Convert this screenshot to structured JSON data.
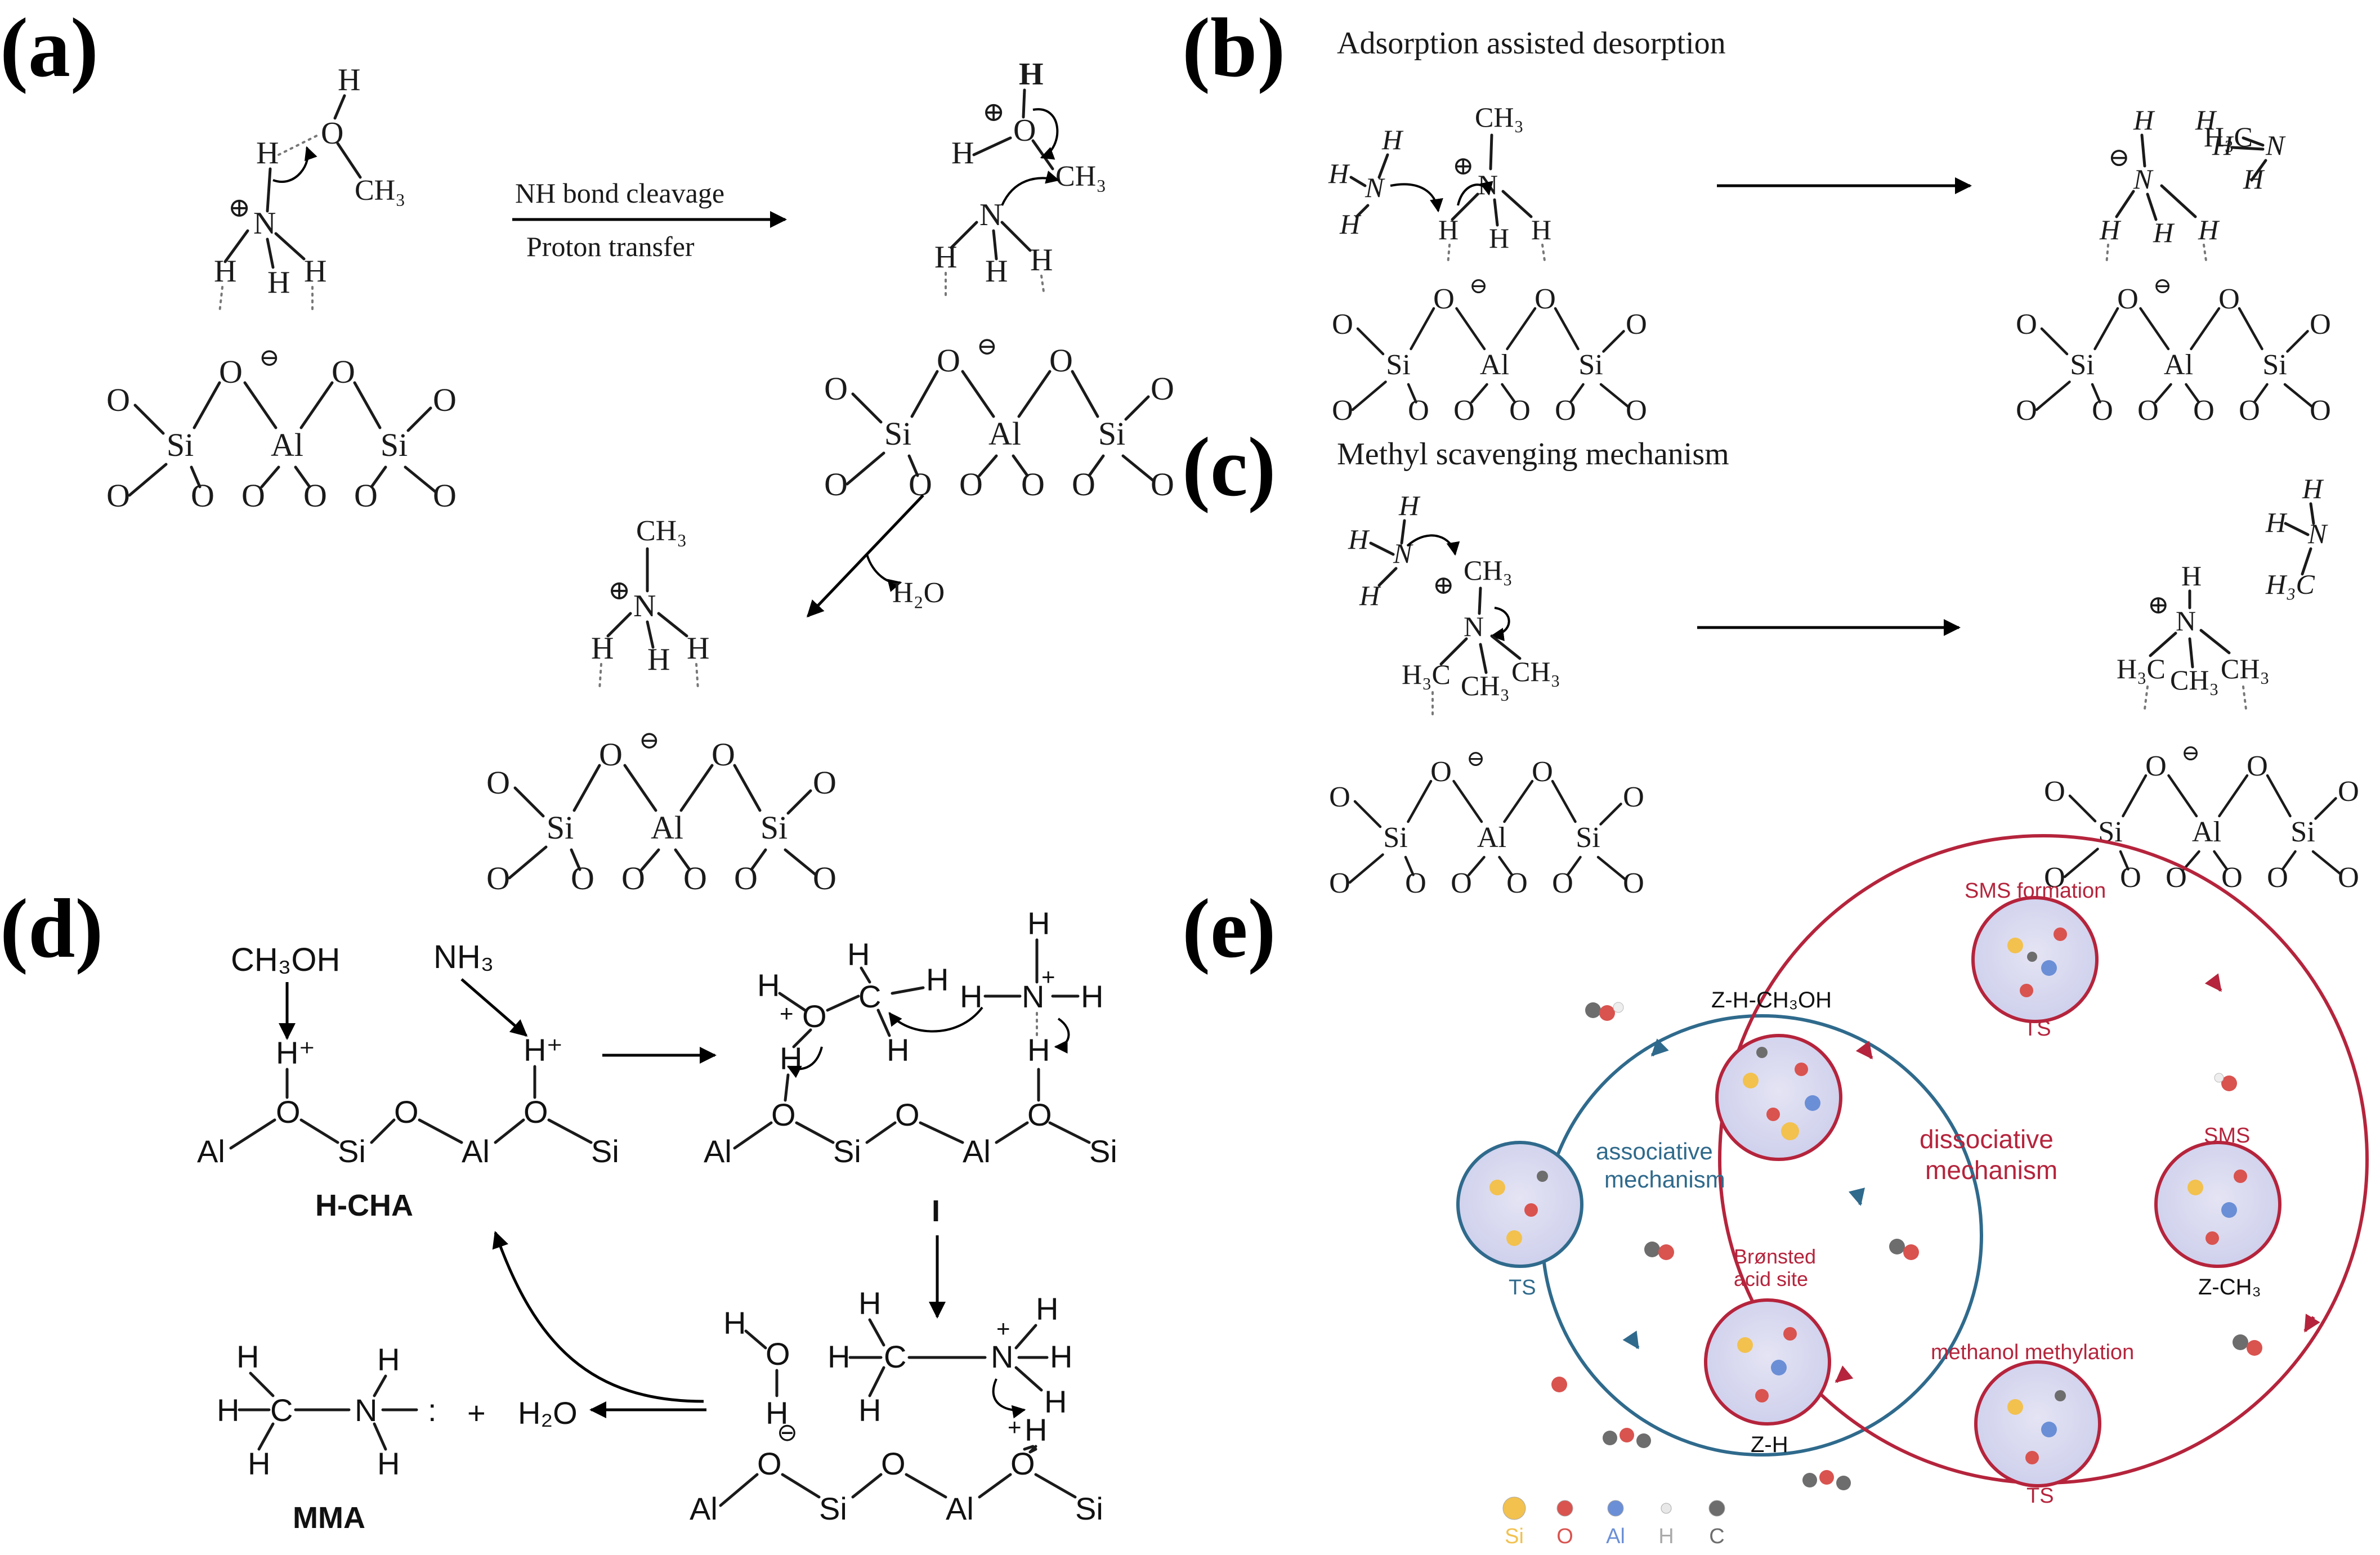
{
  "panels": {
    "a": "(a)",
    "b": "(b)",
    "c": "(c)",
    "d": "(d)",
    "e": "(e)"
  },
  "panel_a": {
    "arrow_label_top": "NH bond cleavage",
    "arrow_label_bottom": "Proton transfer",
    "h2o_label": "H₂O",
    "atoms": {
      "h": "H",
      "o": "O",
      "n": "N",
      "ch3": "CH₃",
      "si": "Si",
      "al": "Al",
      "plus": "⊕",
      "minus": "⊖"
    }
  },
  "panel_b": {
    "title": "Adsorption assisted desorption",
    "h3c": "H₃C"
  },
  "panel_c": {
    "title": "Methyl scavenging mechanism",
    "h3c": "H₃C",
    "h3c_italic": "H₃C"
  },
  "panel_d": {
    "ch3oh": "CH₃OH",
    "nh3": "NH₃",
    "h_plus": "H⁺",
    "hcha": "H-CHA",
    "intermediate": "I",
    "mma": "MMA",
    "plus_sign": "+",
    "h2o": "H₂O",
    "lone_pair": ":",
    "charge_plus": "+",
    "charge_minus": "⊖"
  },
  "panel_e": {
    "z_h_ch3oh": "Z-H-CH₃OH",
    "sms_formation": "SMS formation",
    "ts": "TS",
    "associative": [
      "associative",
      "mechanism"
    ],
    "dissociative": [
      "dissociative",
      "mechanism"
    ],
    "sms": "SMS",
    "bronsted": [
      "Brønsted",
      "acid site"
    ],
    "z_ch3": "Z-CH₃",
    "z_h": "Z-H",
    "methanol_methylation": "methanol methylation",
    "legend": [
      {
        "label": "Si",
        "color": "#f2c14e"
      },
      {
        "label": "O",
        "color": "#d9534f"
      },
      {
        "label": "Al",
        "color": "#6b8fd6"
      },
      {
        "label": "H",
        "color": "#e8e8e8"
      },
      {
        "label": "C",
        "color": "#6d6d6d"
      }
    ],
    "colors": {
      "associative": "#2f6a8c",
      "dissociative": "#b5243c",
      "bubble": "#d8d8f0"
    }
  }
}
